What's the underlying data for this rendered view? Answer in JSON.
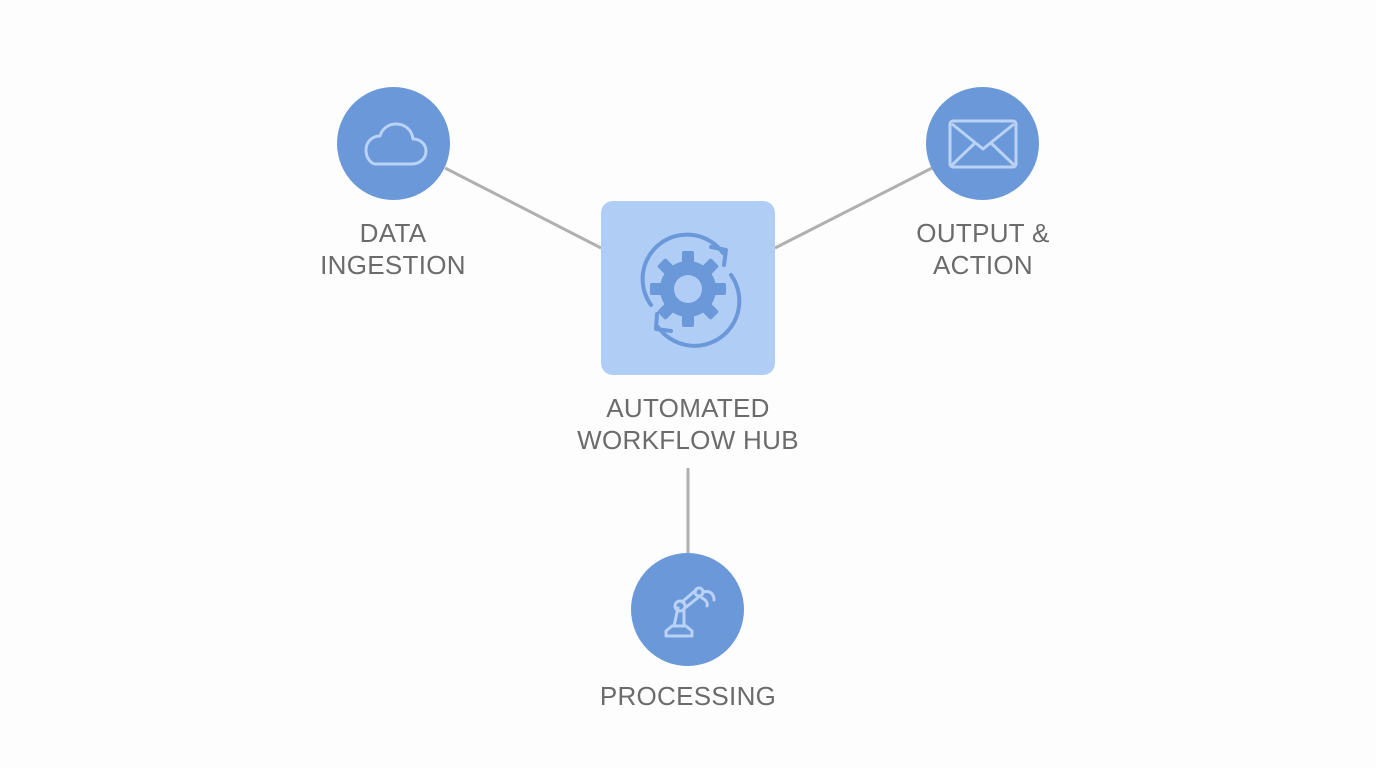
{
  "colors": {
    "node_fill": "#6a98d9",
    "hub_fill": "#b0cdf6",
    "icon_stroke": "#b9d2f5",
    "hub_icon": "#6a98d9",
    "connector": "#b0b0b0",
    "label_text": "#6b6b6b"
  },
  "hub": {
    "icon": "gear-sync-icon",
    "label_line1": "AUTOMATED",
    "label_line2": "WORKFLOW HUB"
  },
  "nodes": {
    "ingestion": {
      "icon": "cloud-icon",
      "label_line1": "DATA",
      "label_line2": "INGESTION"
    },
    "output": {
      "icon": "envelope-icon",
      "label_line1": "OUTPUT &",
      "label_line2": "ACTION"
    },
    "processing": {
      "icon": "robotic-arm-icon",
      "label_line1": "PROCESSING"
    }
  }
}
